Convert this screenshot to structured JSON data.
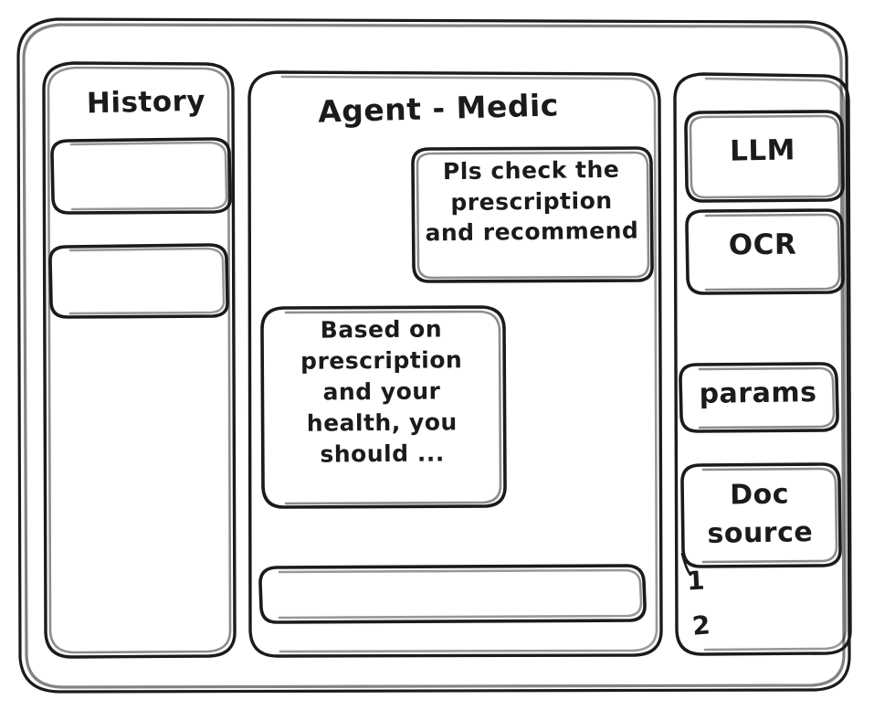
{
  "window": {
    "name": "agent-medic-wireframe",
    "style": "hand-drawn-sketch",
    "stroke_color": "#1b1b1b",
    "background_color": "#ffffff"
  },
  "sidebar_left": {
    "title": "History",
    "items": [
      {
        "label": "",
        "name": "history-item-1"
      },
      {
        "label": "",
        "name": "history-item-2"
      }
    ]
  },
  "main": {
    "title": "Agent - Medic",
    "messages": [
      {
        "role": "user",
        "text": "Pls check the\nprescription\nand recommend",
        "align": "right"
      },
      {
        "role": "assistant",
        "text": "Based on\nprescription\nand your\nhealth, you\nshould ...",
        "align": "left"
      }
    ],
    "composer": {
      "value": "",
      "placeholder": ""
    }
  },
  "sidebar_right": {
    "buttons": [
      {
        "label": "LLM",
        "name": "llm-button"
      },
      {
        "label": "OCR",
        "name": "ocr-button"
      },
      {
        "label": "params",
        "name": "params-button"
      }
    ],
    "doc_source": {
      "label": "Doc\nsource",
      "list": [
        "1",
        "2"
      ]
    }
  }
}
